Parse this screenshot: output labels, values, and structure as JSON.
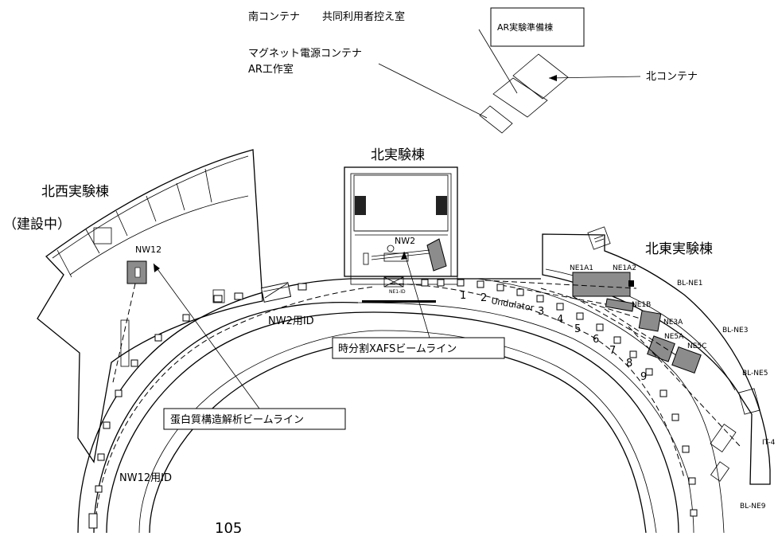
{
  "labels": {
    "south_container": "南コンテナ",
    "shared_waiting_room": "共同利用者控え室",
    "ar_prep_building": "AR実験準備棟",
    "magnet_power_container": "マグネット電源コンテナ",
    "ar_workshop": "AR工作室",
    "north_container": "北コンテナ",
    "north_exp_hall": "北実験棟",
    "northwest_exp_hall": "北西実験棟",
    "under_construction": "（建設中）",
    "northeast_exp_hall": "北東実験棟",
    "nw12": "NW12",
    "nw2": "NW2",
    "ne1_id": "NE1-ID",
    "nw2_id": "NW2用ID",
    "nw12_id": "NW12用ID",
    "undulator": "Undulator",
    "ne1a1": "NE1A1",
    "ne1a2": "NE1A2",
    "ne1b": "NE1B",
    "ne3a": "NE3A",
    "ne5a": "NE5A",
    "ne5c": "NE5C",
    "bl_ne1": "BL-NE1",
    "bl_ne3": "BL-NE3",
    "bl_ne5": "BL-NE5",
    "it4": "IT-4",
    "bl_ne9": "BL-NE9",
    "xafs_beamline": "時分割XAFSビームライン",
    "protein_beamline": "蛋白質構造解析ビームライン",
    "page_number": "105"
  },
  "magnet_numbers": [
    "1",
    "2",
    "3",
    "4",
    "5",
    "6",
    "7",
    "8",
    "9"
  ]
}
